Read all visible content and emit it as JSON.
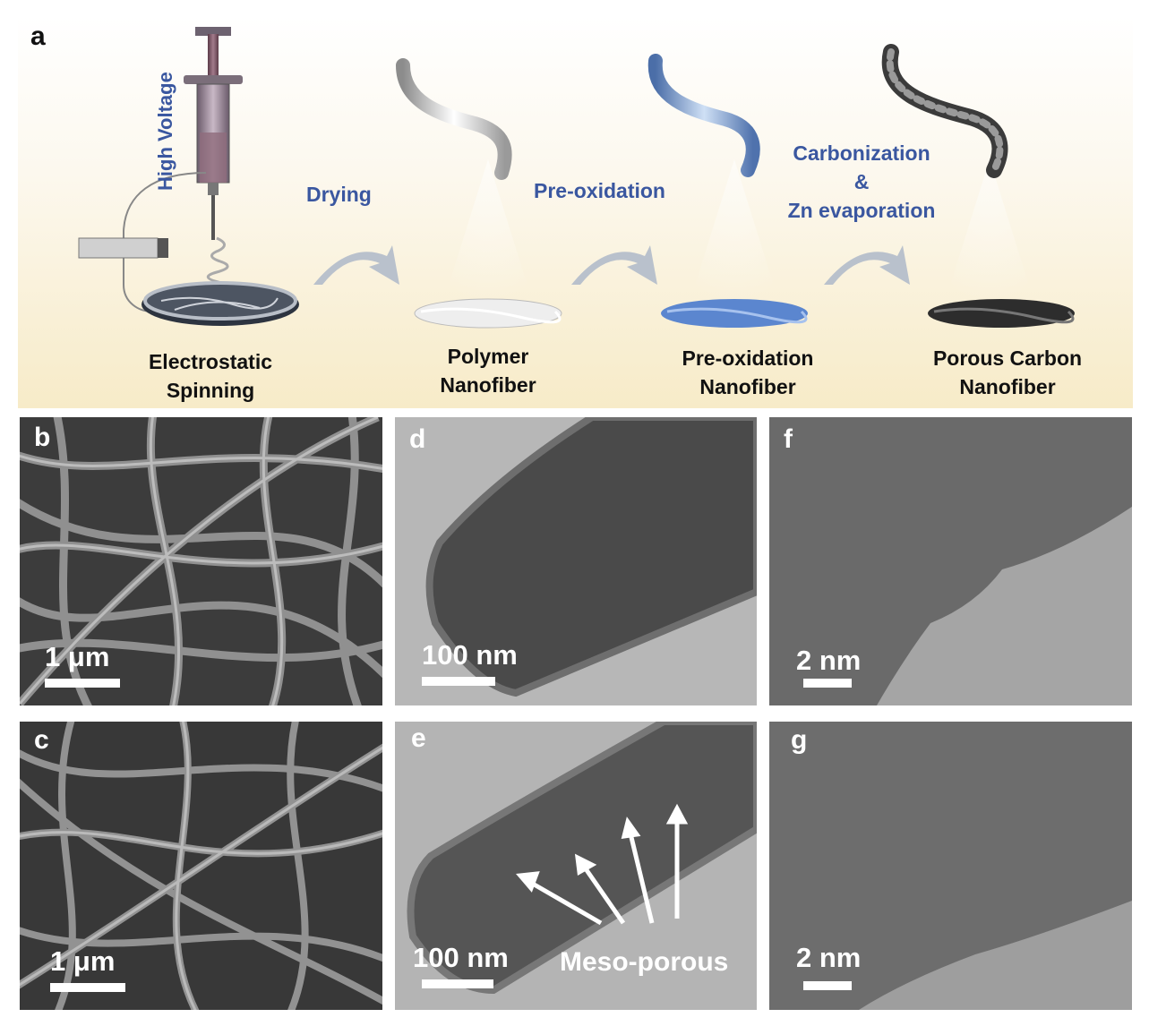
{
  "panel_a": {
    "letter": "a",
    "high_voltage": "High Voltage",
    "steps": {
      "drying": "Drying",
      "pre_oxidation": "Pre-oxidation",
      "carbonization_1": "Carbonization",
      "carbonization_2": "&",
      "carbonization_3": "Zn evaporation"
    },
    "stages": [
      {
        "line1": "Electrostatic",
        "line2": "Spinning"
      },
      {
        "line1": "Polymer",
        "line2": "Nanofiber"
      },
      {
        "line1": "Pre-oxidation",
        "line2": "Nanofiber"
      },
      {
        "line1": "Porous Carbon",
        "line2": "Nanofiber"
      }
    ]
  },
  "panels": {
    "b": {
      "letter": "b",
      "scale": "1 μm"
    },
    "c": {
      "letter": "c",
      "scale": "1 μm"
    },
    "d": {
      "letter": "d",
      "scale": "100 nm"
    },
    "e": {
      "letter": "e",
      "scale": "100 nm",
      "annotation": "Meso-porous"
    },
    "f": {
      "letter": "f",
      "scale": "2 nm"
    },
    "g": {
      "letter": "g",
      "scale": "2 nm"
    }
  },
  "colors": {
    "step_text": "#3a57a0",
    "arrow": "#b9c1cc"
  }
}
